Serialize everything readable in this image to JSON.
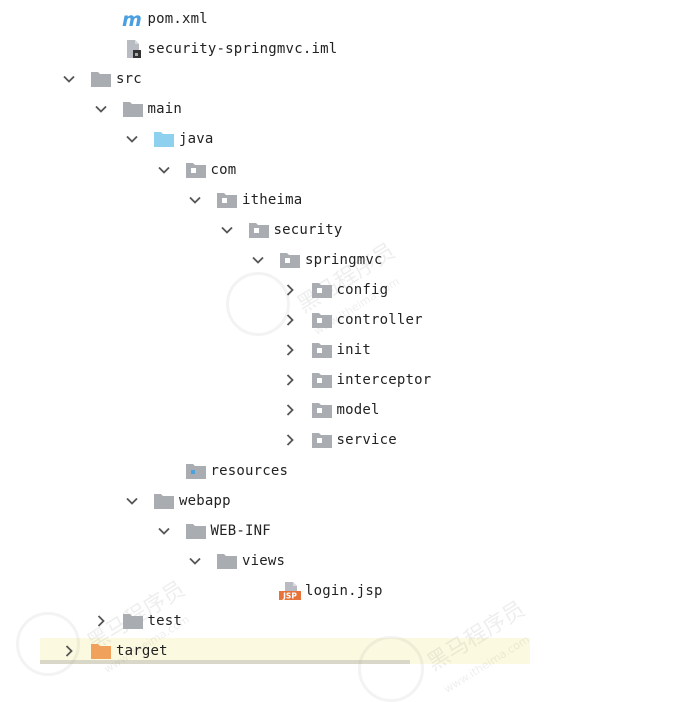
{
  "tree": [
    {
      "label": "pom.xml",
      "icon": "maven-m-icon",
      "depth": 2,
      "chevron": "none"
    },
    {
      "label": "security-springmvc.iml",
      "icon": "iml-file-icon",
      "depth": 2,
      "chevron": "none"
    },
    {
      "label": "src",
      "icon": "folder-gray-icon",
      "depth": 1,
      "chevron": "down"
    },
    {
      "label": "main",
      "icon": "folder-gray-icon",
      "depth": 2,
      "chevron": "down"
    },
    {
      "label": "java",
      "icon": "folder-source-blue-icon",
      "depth": 3,
      "chevron": "down"
    },
    {
      "label": "com",
      "icon": "package-folder-icon",
      "depth": 4,
      "chevron": "down"
    },
    {
      "label": "itheima",
      "icon": "package-folder-icon",
      "depth": 5,
      "chevron": "down"
    },
    {
      "label": "security",
      "icon": "package-folder-icon",
      "depth": 6,
      "chevron": "down"
    },
    {
      "label": "springmvc",
      "icon": "package-folder-icon",
      "depth": 7,
      "chevron": "down"
    },
    {
      "label": "config",
      "icon": "package-folder-icon",
      "depth": 8,
      "chevron": "right"
    },
    {
      "label": "controller",
      "icon": "package-folder-icon",
      "depth": 8,
      "chevron": "right"
    },
    {
      "label": "init",
      "icon": "package-folder-icon",
      "depth": 8,
      "chevron": "right"
    },
    {
      "label": "interceptor",
      "icon": "package-folder-icon",
      "depth": 8,
      "chevron": "right"
    },
    {
      "label": "model",
      "icon": "package-folder-icon",
      "depth": 8,
      "chevron": "right"
    },
    {
      "label": "service",
      "icon": "package-folder-icon",
      "depth": 8,
      "chevron": "right"
    },
    {
      "label": "resources",
      "icon": "resources-folder-icon",
      "depth": 4,
      "chevron": "none"
    },
    {
      "label": "webapp",
      "icon": "folder-gray-icon",
      "depth": 3,
      "chevron": "down"
    },
    {
      "label": "WEB-INF",
      "icon": "folder-gray-icon",
      "depth": 4,
      "chevron": "down"
    },
    {
      "label": "views",
      "icon": "folder-gray-icon",
      "depth": 5,
      "chevron": "down"
    },
    {
      "label": "login.jsp",
      "icon": "jsp-file-icon",
      "depth": 7,
      "chevron": "none"
    },
    {
      "label": "test",
      "icon": "folder-gray-icon",
      "depth": 2,
      "chevron": "right"
    },
    {
      "label": "target",
      "icon": "folder-orange-icon",
      "depth": 1,
      "chevron": "right",
      "selected": true
    }
  ],
  "watermark": {
    "brand_cn": "黑马程序员",
    "brand_url": "www.itheima.com"
  },
  "colors": {
    "folder_gray": "#a9adb2",
    "folder_blue": "#8ed1ef",
    "folder_orange": "#f0a15c",
    "maven_blue": "#4a9fe0",
    "jsp_orange": "#e8733a",
    "chevron": "#555555",
    "selection_bg": "#fbf9df"
  }
}
